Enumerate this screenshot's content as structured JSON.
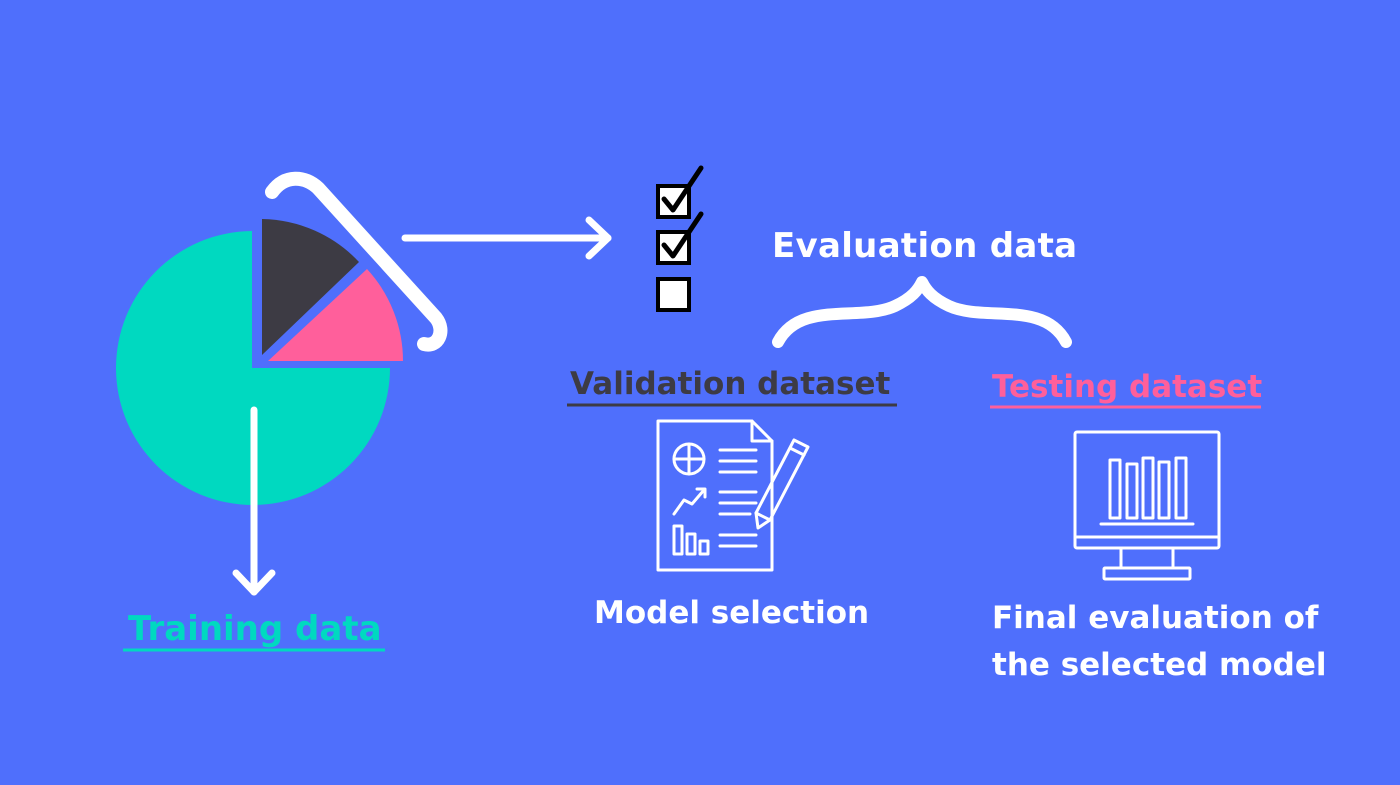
{
  "colors": {
    "background": "#4f6ffc",
    "training": "#00d9c0",
    "validation": "#3d3b44",
    "testing": "#ff5f9b",
    "white": "#ffffff"
  },
  "labels": {
    "evaluation_data": "Evaluation data",
    "validation_dataset": "Validation dataset",
    "testing_dataset": "Testing dataset",
    "training_data": "Training data",
    "model_selection": "Model selection",
    "final_evaluation_line1": "Final evaluation of",
    "final_evaluation_line2": "the selected model"
  },
  "pie": {
    "slices": [
      {
        "segment": "training",
        "color": "#00d9c0"
      },
      {
        "segment": "validation",
        "color": "#3d3b44"
      },
      {
        "segment": "testing",
        "color": "#ff5f9b"
      }
    ]
  },
  "icons": {
    "checklist": "checklist-icon",
    "document": "report-document-icon",
    "pencil": "pencil-icon",
    "monitor": "monitor-bar-chart-icon"
  }
}
